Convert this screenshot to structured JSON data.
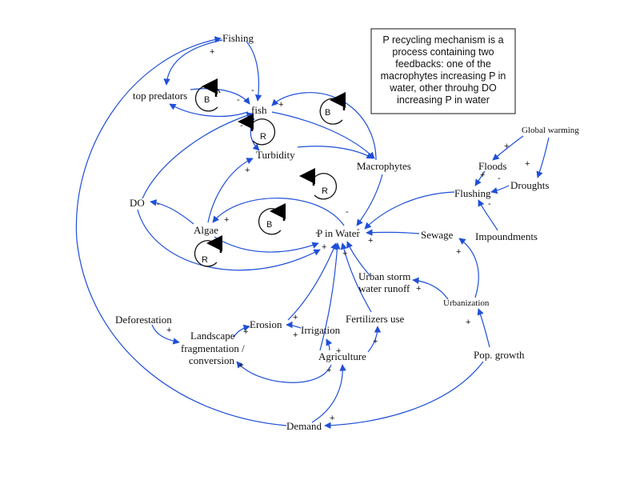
{
  "colors": {
    "edge": "#1f4fd8",
    "text": "#111111",
    "loop_arrow": "#000000"
  },
  "note": {
    "lines": [
      "P recycling mechanism is a",
      "process containing two",
      "feedbacks: one of the",
      "macrophytes increasing P in",
      "water, other throuhg DO",
      "increasing P in water"
    ]
  },
  "nodes": {
    "fishing": "Fishing",
    "top_predators": "top predators",
    "fish": "fish",
    "turbidity": "Turbidity",
    "macrophytes": "Macrophytes",
    "do": "DO",
    "algae": "Algae",
    "p_in_water": "P in Water",
    "global_warming": "Global warming",
    "floods": "Floods",
    "droughts": "Droughts",
    "flushing": "Flushing",
    "sewage": "Sewage",
    "impoundments": "Impoundments",
    "urban_storm_1": "Urban storm",
    "urban_storm_2": "water runoff",
    "urbanization": "Urbanization",
    "deforestation": "Deforestation",
    "landscape_1": "Landscape",
    "landscape_2": "fragmentation /",
    "landscape_3": "conversion",
    "erosion": "Erosion",
    "irrigation": "Irrigation",
    "fertilizers": "Fertilizers use",
    "agriculture": "Agriculture",
    "pop_growth": "Pop. growth",
    "demand": "Demand"
  },
  "loops": {
    "b_top": "B",
    "b_fish_macro": "B",
    "r_turbidity": "R",
    "r_p_water": "R",
    "b_algae_p": "B",
    "r_algae": "R"
  },
  "signs": {
    "plus": "+",
    "minus": "-"
  }
}
